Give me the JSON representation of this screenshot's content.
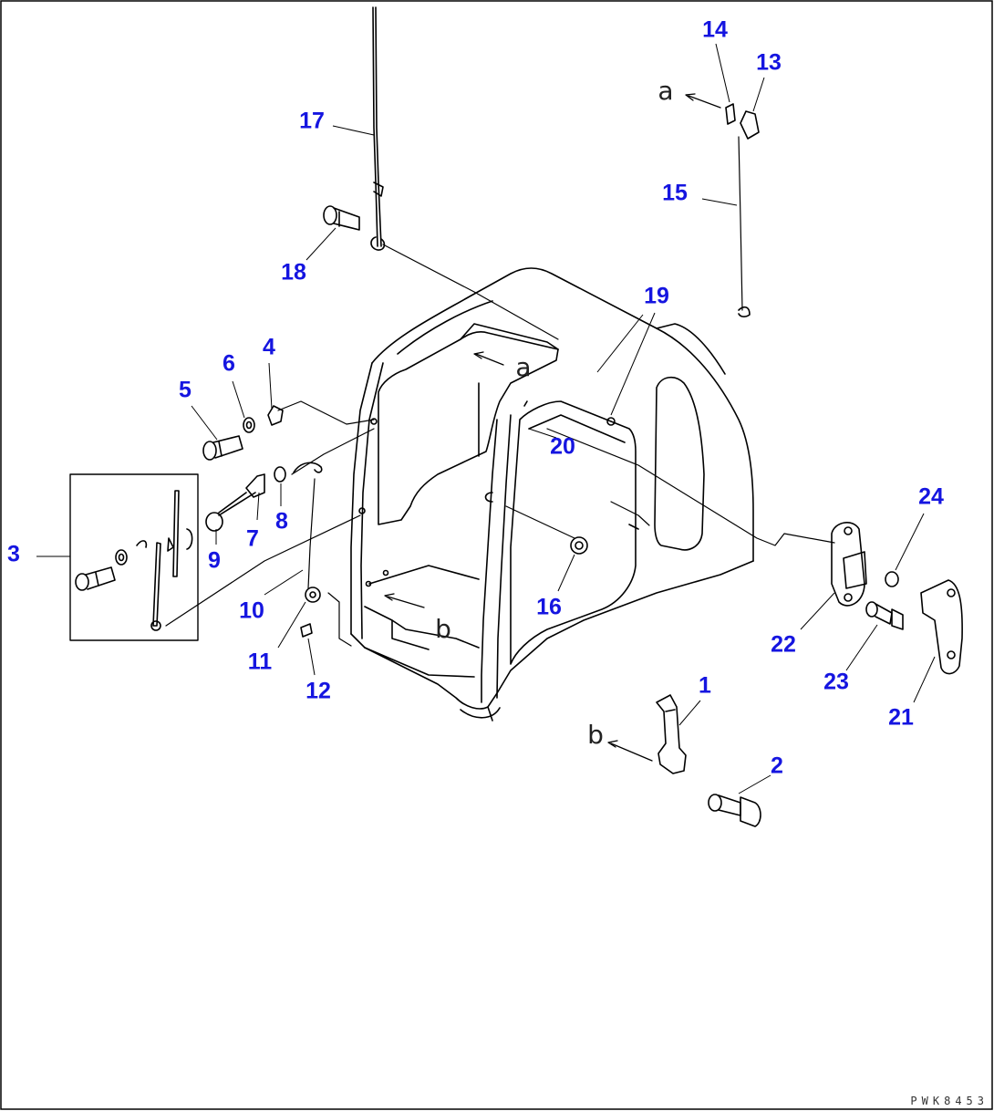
{
  "diagram": {
    "callouts": [
      "1",
      "2",
      "3",
      "4",
      "5",
      "6",
      "7",
      "8",
      "9",
      "10",
      "11",
      "12",
      "13",
      "14",
      "15",
      "16",
      "17",
      "18",
      "19",
      "20",
      "21",
      "22",
      "23",
      "24"
    ],
    "view_letters": {
      "a_top": "a",
      "a_cab": "a",
      "b_cab": "b",
      "b_bottom": "b"
    },
    "drawing_code": "PWK8453",
    "callout_color": "#1515e0"
  }
}
